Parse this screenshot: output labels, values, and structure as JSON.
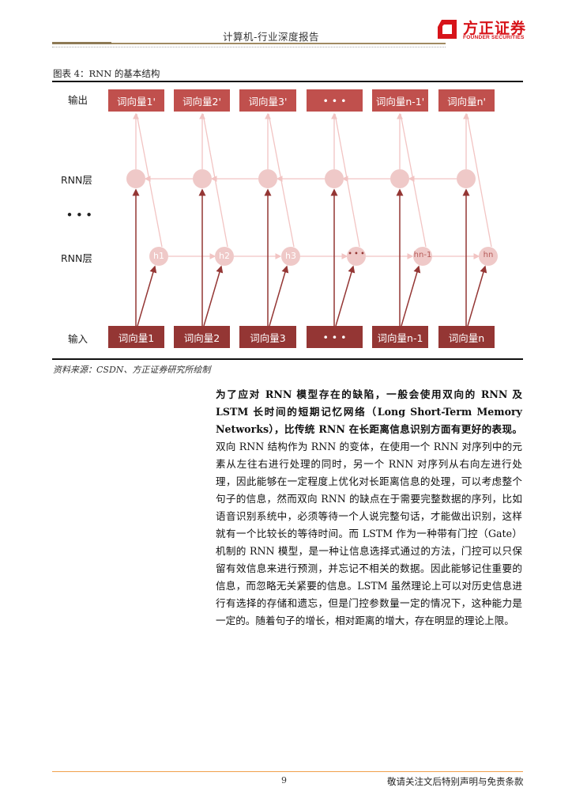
{
  "header": {
    "report_title": "计算机-行业深度报告",
    "logo": {
      "name_cn": "方正证券",
      "name_en": "FOUNDER SECURITIES",
      "color": "#d7141a"
    }
  },
  "figure": {
    "title": "图表 4：RNN 的基本结构",
    "row_labels": {
      "output": "输出",
      "rnn_layer_top": "RNN层",
      "ellipsis": "• • •",
      "rnn_layer_bottom": "RNN层",
      "input": "输入"
    },
    "outputs": [
      "词向量1'",
      "词向量2'",
      "词向量3'",
      "• • •",
      "词向量n-1'",
      "词向量n'"
    ],
    "inputs": [
      "词向量1",
      "词向量2",
      "词向量3",
      "• • •",
      "词向量n-1",
      "词向量n"
    ],
    "hidden_nodes": [
      "h1",
      "h2",
      "h3",
      "• • •",
      "hn-1",
      "hn"
    ],
    "colors": {
      "output_box": "#c0504d",
      "input_box": "#943634",
      "node": "#efc9c8",
      "light_line": "#f2c4c3",
      "dark_arrow": "#943634"
    },
    "source": "资料来源：CSDN、方正证券研究所绘制"
  },
  "body": {
    "bold_lead": "为了应对 RNN 模型存在的缺陷，一般会使用双向的 RNN 及 LSTM 长时间的短期记忆网络（Long Short-Term Memory Networks），比传统 RNN 在长距离信息识别方面有更好的表现。",
    "text": "双向 RNN 结构作为 RNN 的变体，在使用一个 RNN 对序列中的元素从左往右进行处理的同时，另一个 RNN 对序列从右向左进行处理，因此能够在一定程度上优化对长距离信息的处理，可以考虑整个句子的信息，然而双向 RNN 的缺点在于需要完整数据的序列，比如语音识别系统中，必须等待一个人说完整句话，才能做出识别，这样就有一个比较长的等待时间。而 LSTM 作为一种带有门控（Gate）机制的 RNN 模型，是一种让信息选择式通过的方法，门控可以只保留有效信息来进行预测，并忘记不相关的数据。因此能够记住重要的信息，而忽略无关紧要的信息。LSTM 虽然理论上可以对历史信息进行有选择的存储和遗忘，但是门控参数量一定的情况下，这种能力是一定的。随着句子的增长，相对距离的增大，存在明显的理论上限。"
  },
  "footer": {
    "page_number": "9",
    "disclaimer": "敬请关注文后特别声明与免责条款"
  }
}
